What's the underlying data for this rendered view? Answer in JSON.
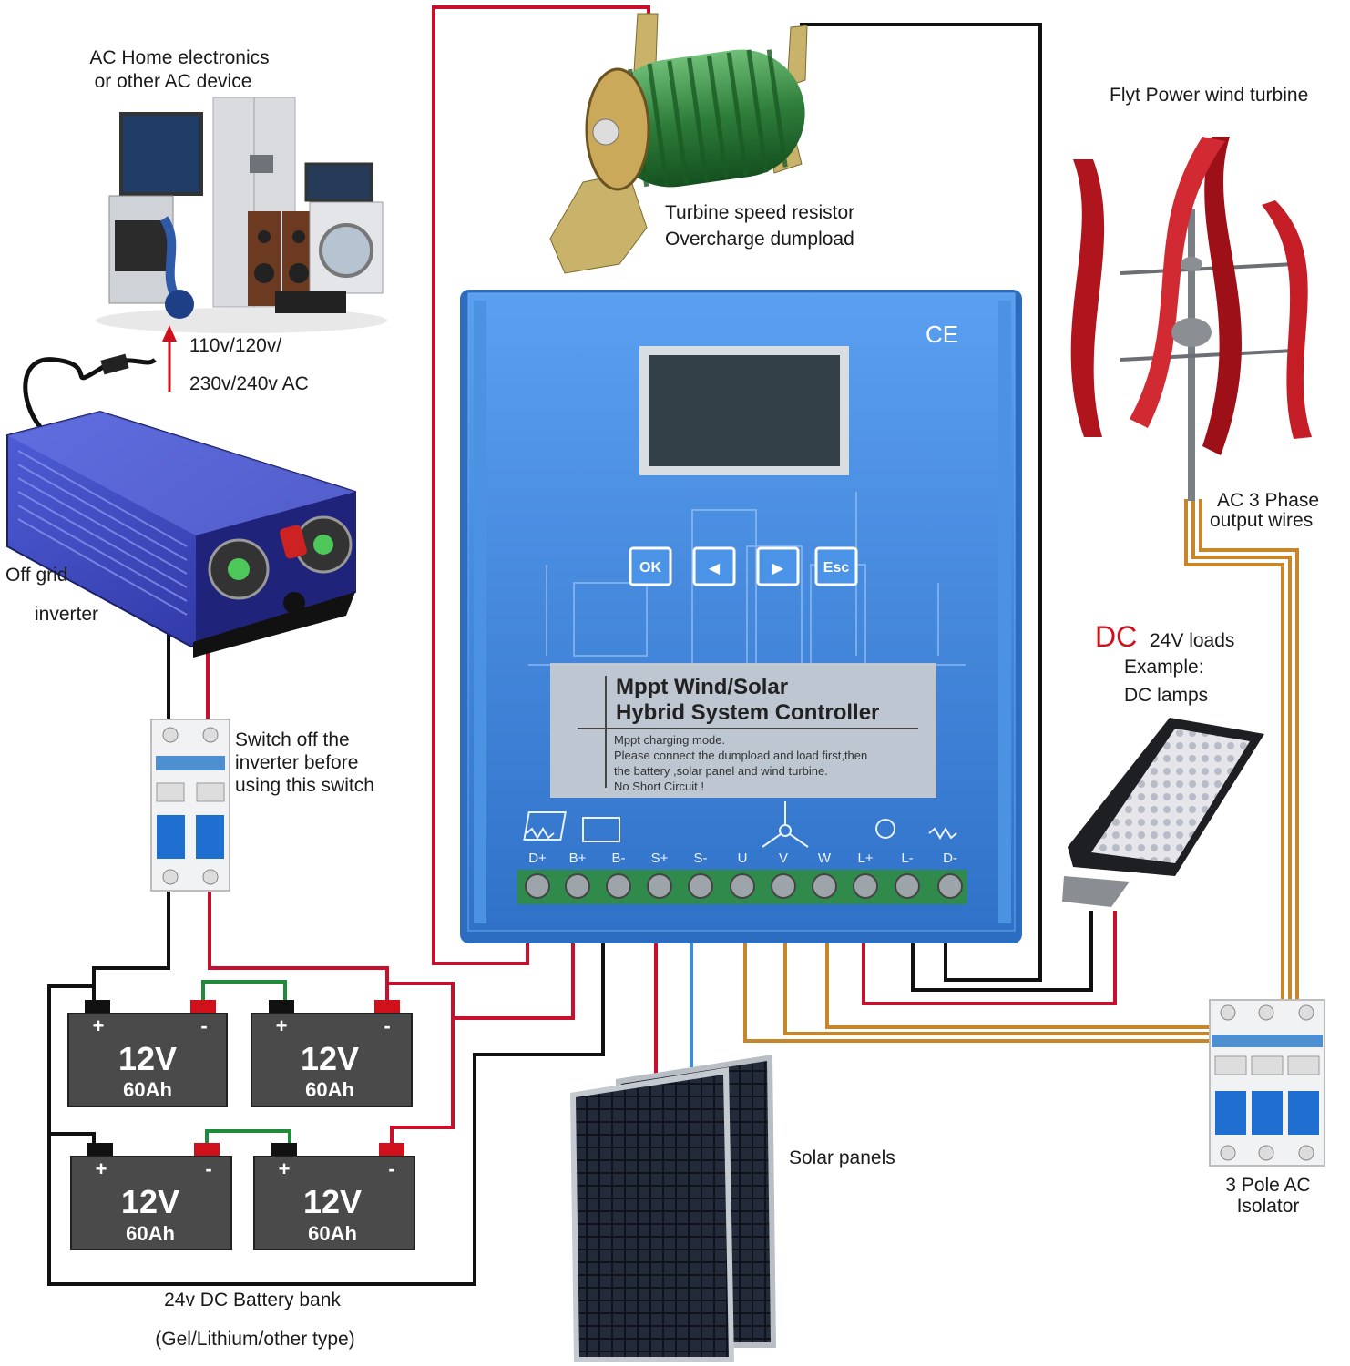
{
  "labels": {
    "ac_devices_line1": "AC Home electronics",
    "ac_devices_line2": "or other AC device",
    "ac_voltage_line1": "110v/120v/",
    "ac_voltage_line2": "230v/240v AC",
    "inverter_line1": "Off grid",
    "inverter_line2": "inverter",
    "switch_line1": "Switch off the",
    "switch_line2": "inverter before",
    "switch_line3": "using this switch",
    "resistor_line1": "Turbine speed resistor",
    "resistor_line2": "Overcharge dumpload",
    "turbine": "Flyt Power wind turbine",
    "ac_phase_line1": "AC 3 Phase",
    "ac_phase_line2": "output wires",
    "dc_prefix": "DC",
    "dc_loads_line1": "24V loads",
    "dc_loads_line2": "Example:",
    "dc_loads_line3": "DC lamps",
    "solar_panels": "Solar panels",
    "isolator_line1": "3 Pole AC",
    "isolator_line2": "Isolator",
    "battery_bank_line1": "24v DC Battery bank",
    "battery_bank_line2": "(Gel/Lithium/other type)"
  },
  "controller": {
    "mark": "CE",
    "title_line1": "Mppt Wind/Solar",
    "title_line2": "Hybrid System Controller",
    "note_line1": "Mppt charging mode.",
    "note_line2": "Please connect the dumpload and load first,then",
    "note_line3": "the battery ,solar panel and wind turbine.",
    "note_line4": "No Short Circuit !",
    "buttons": [
      "OK",
      "◀",
      "▶",
      "Esc"
    ],
    "terminals": [
      "D+",
      "B+",
      "B-",
      "S+",
      "S-",
      "U",
      "V",
      "W",
      "L+",
      "L-",
      "D-"
    ]
  },
  "batteries": [
    {
      "voltage": "12V",
      "capacity": "60Ah",
      "plus": "+",
      "minus": "-"
    },
    {
      "voltage": "12V",
      "capacity": "60Ah",
      "plus": "+",
      "minus": "-"
    },
    {
      "voltage": "12V",
      "capacity": "60Ah",
      "plus": "+",
      "minus": "-"
    },
    {
      "voltage": "12V",
      "capacity": "60Ah",
      "plus": "+",
      "minus": "-"
    }
  ],
  "colors": {
    "positive_wire": "#c8102e",
    "negative_wire": "#111111",
    "battery_link": "#1f8a3a",
    "phase_wire": "#c8862a",
    "solar_positive": "#c8102e",
    "solar_negative": "#3a8fd6",
    "controller_blue": "#3d86d9",
    "dc_accent": "#d0101a"
  },
  "icons": [
    "home-appliances-icon",
    "up-arrow-icon",
    "inverter-icon",
    "breaker-2pole-icon",
    "resistor-icon",
    "controller-icon",
    "wind-turbine-icon",
    "street-lamp-icon",
    "solar-panel-icon",
    "breaker-3pole-icon",
    "battery-icon"
  ]
}
